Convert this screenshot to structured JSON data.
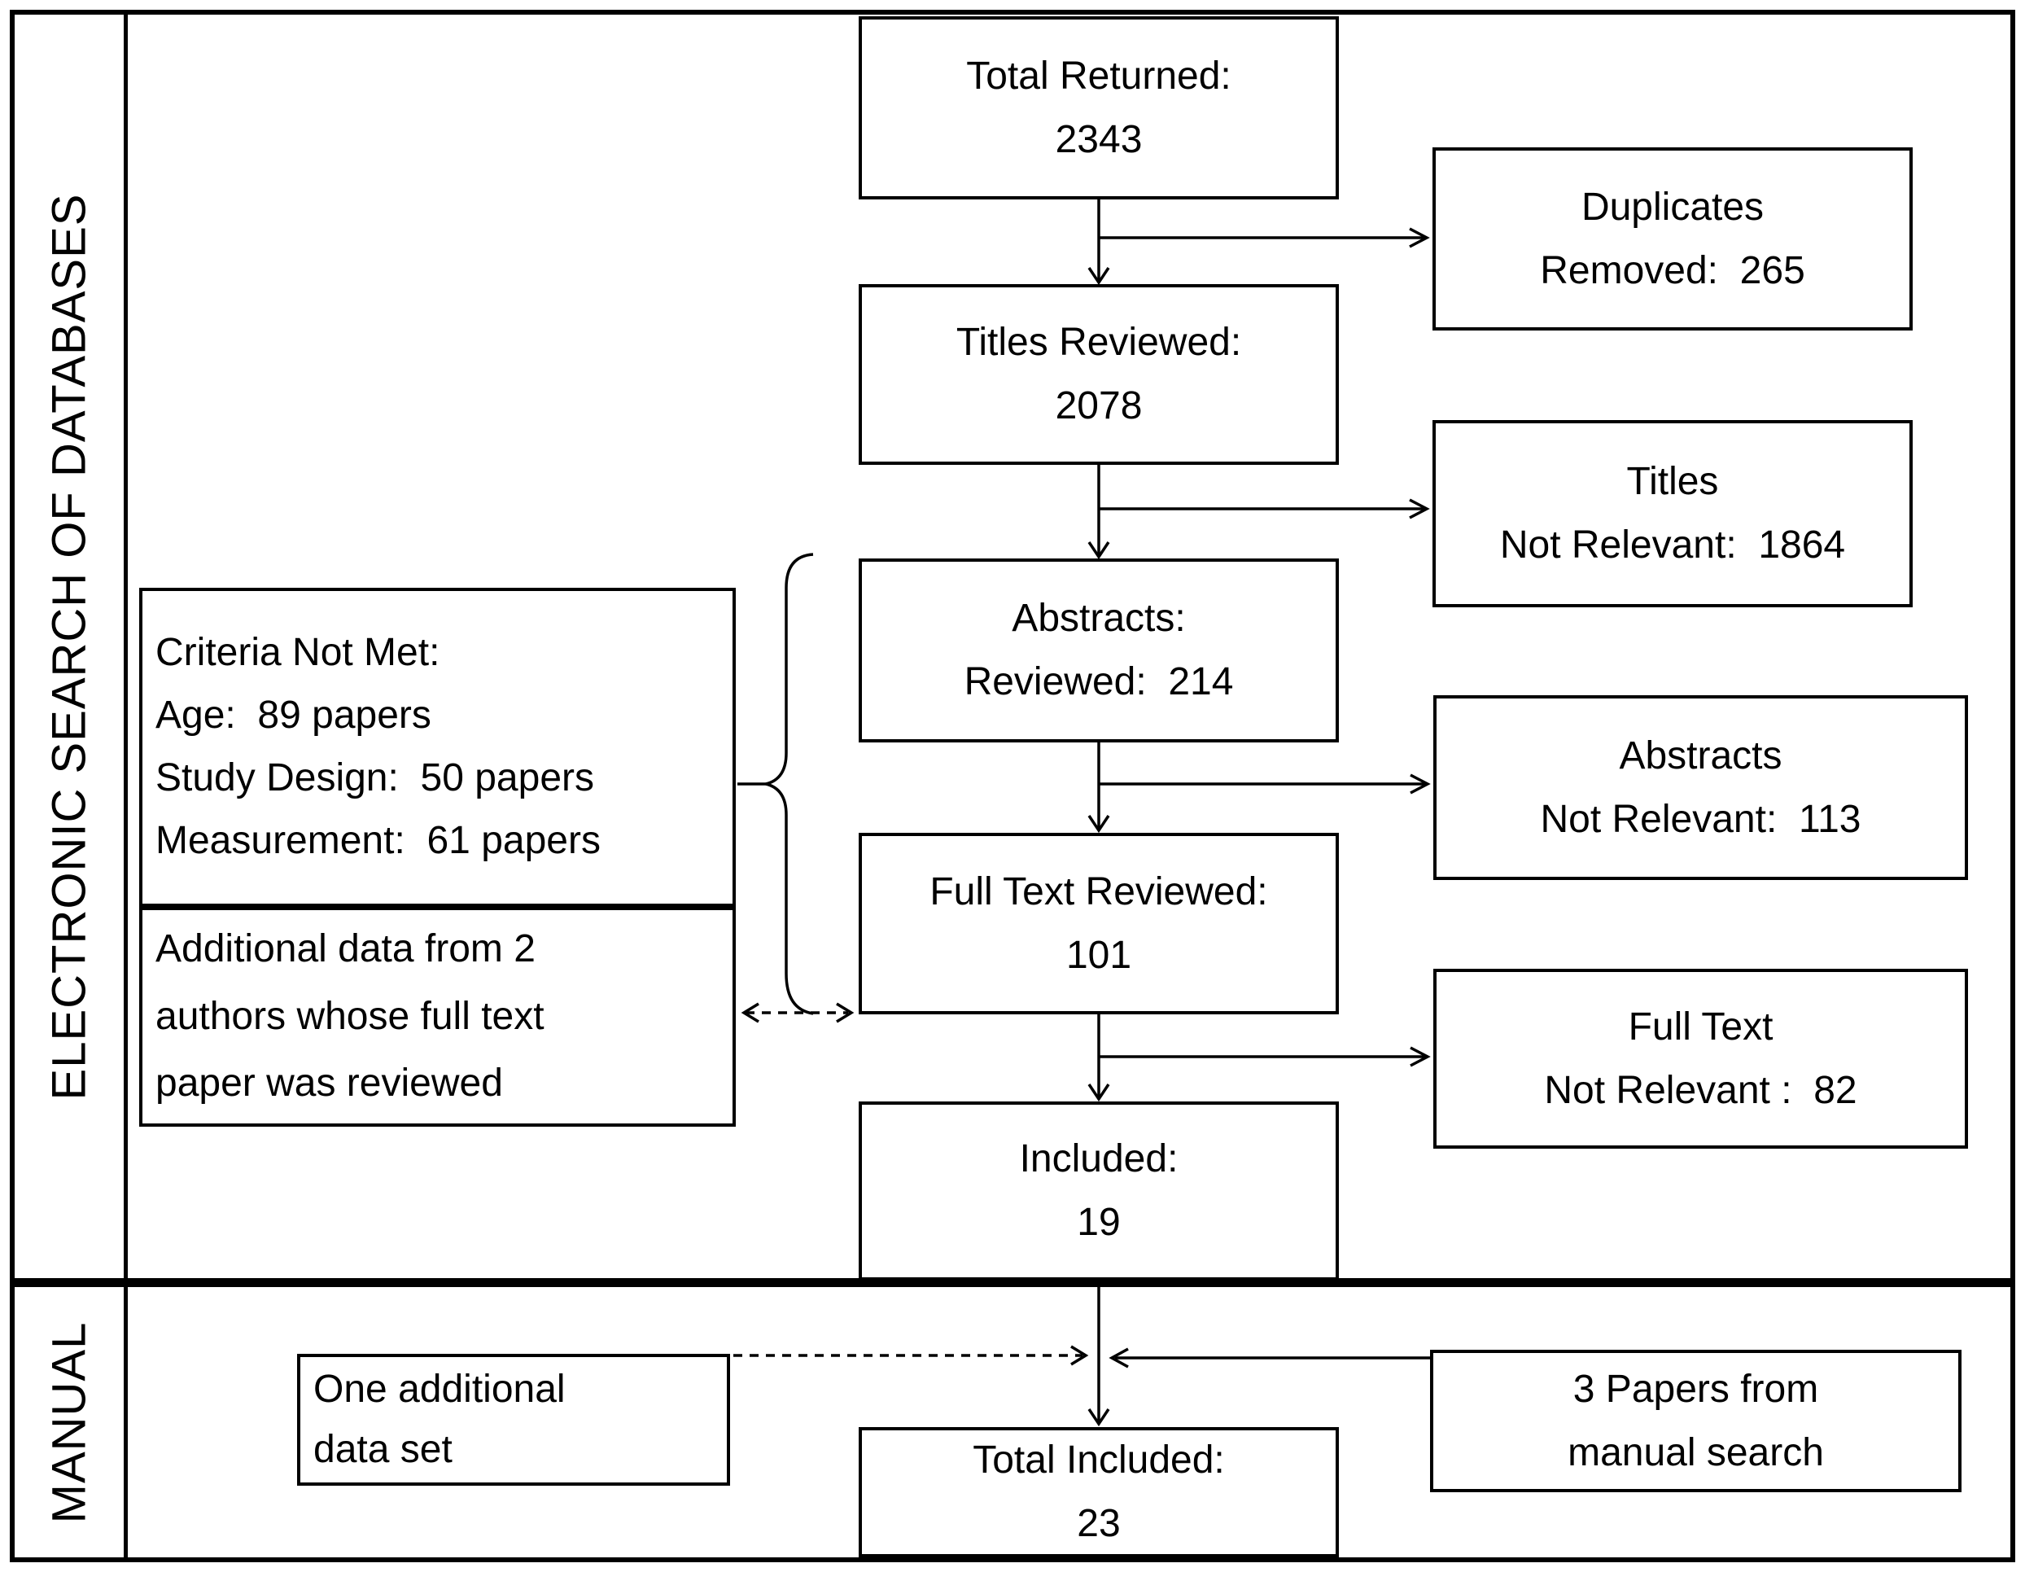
{
  "side_labels": {
    "electronic": "ELECTRONIC SEARCH OF DATABASES",
    "manual": "MANUAL"
  },
  "flow": {
    "total_returned": "Total Returned:\n2343",
    "titles_reviewed": "Titles Reviewed:\n2078",
    "abstracts_reviewed": "Abstracts:\nReviewed:  214",
    "full_text_reviewed": "Full Text Reviewed:\n101",
    "included": "Included:\n19",
    "total_included": "Total Included:\n23"
  },
  "exclusions": {
    "duplicates_removed": "Duplicates\nRemoved:  265",
    "titles_not_relevant": "Titles\nNot Relevant:  1864",
    "abstracts_not_relevant": "Abstracts\nNot Relevant:  113",
    "full_text_not_relevant": "Full Text\nNot Relevant :  82"
  },
  "annotations": {
    "criteria_not_met": "Criteria Not Met:\nAge:  89 papers\nStudy Design:  50 papers\nMeasurement:  61 papers",
    "additional_data": "Additional data from 2\nauthors whose full text\npaper was reviewed",
    "one_additional": "One additional\ndata set",
    "manual_search": "3 Papers from\nmanual search"
  }
}
